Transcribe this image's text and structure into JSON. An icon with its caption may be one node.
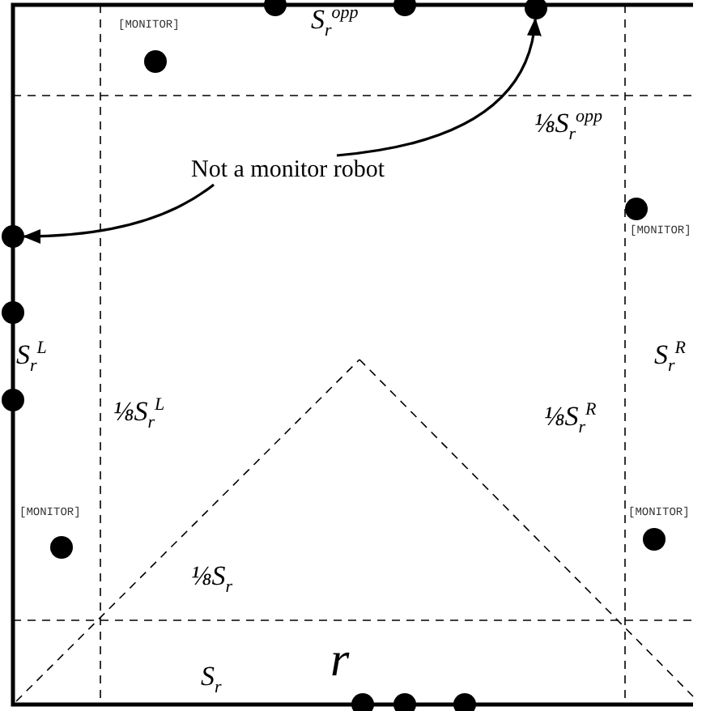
{
  "diagram": {
    "nodes": [
      {
        "text": [],
        "shape": "circle"
      },
      {
        "text": [],
        "shape": "circle"
      },
      {
        "text": [],
        "shape": "circle"
      },
      {
        "text": [],
        "shape": "circle",
        "beside": [
          "[MONITOR]"
        ]
      },
      {
        "text": [
          "Not a monitor robot"
        ]
      },
      {
        "text": [],
        "shape": "circle",
        "beside": [
          "[MONITOR]"
        ]
      },
      {
        "text": [],
        "shape": "circle"
      },
      {
        "text": [],
        "shape": "circle"
      },
      {
        "text": [],
        "shape": "circle"
      },
      {
        "text": [],
        "shape": "circle",
        "beside": [
          "[MONITOR]"
        ]
      },
      {
        "text": [],
        "shape": "circle",
        "beside": [
          "[MONITOR]"
        ]
      },
      {
        "text": [],
        "shape": "circle"
      },
      {
        "text": [],
        "shape": "circle"
      },
      {
        "text": [],
        "shape": "circle"
      }
    ],
    "edges": [
      {
        "from": 4,
        "to": 2,
        "arrow": "to"
      },
      {
        "from": 4,
        "to": 6,
        "arrow": "to"
      }
    ],
    "labels": [
      "S$_{r}$$^{opp}$",
      "⅛S$_{r}$$^{opp}$",
      "S$_{r}$$^{L}$",
      "S$_{r}$$^{R}$",
      "⅛S$_{r}$$^{R}$",
      "⅛S$_{r}$$^{L}$",
      "⅛S$_{r}$",
      "S$_{r}$",
      "r"
    ]
  }
}
